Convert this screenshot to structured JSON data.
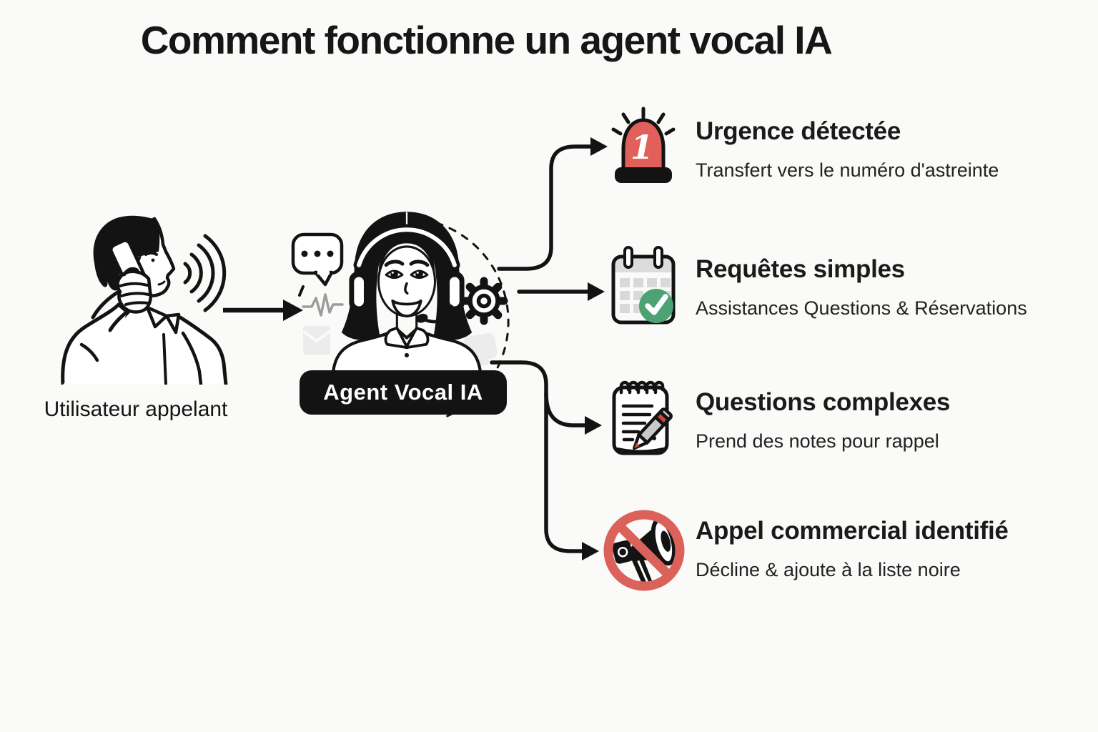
{
  "title": "Comment fonctionne un agent vocal IA",
  "caller": {
    "label": "Utilisateur appelant"
  },
  "agent": {
    "badge_label": "Agent Vocal IA"
  },
  "outcomes": [
    {
      "icon": "siren-icon",
      "icon_number": "1",
      "title": "Urgence détectée",
      "subtitle": "Transfert vers le numéro d'astreinte"
    },
    {
      "icon": "calendar-check-icon",
      "title": "Requêtes simples",
      "subtitle": "Assistances Questions & Réservations"
    },
    {
      "icon": "notepad-pencil-icon",
      "title": "Questions complexes",
      "subtitle": "Prend des notes pour rappel"
    },
    {
      "icon": "no-megaphone-icon",
      "title": "Appel commercial identifié",
      "subtitle": "Décline & ajoute à la liste noire"
    }
  ],
  "colors": {
    "background": "#FAFAF8",
    "ink": "#131313",
    "alert_red": "#E2605C",
    "success_green": "#4DA273",
    "ban_red": "#DB625B",
    "pencil_red": "#D0453E",
    "soft_grey": "#D9D9D9"
  }
}
